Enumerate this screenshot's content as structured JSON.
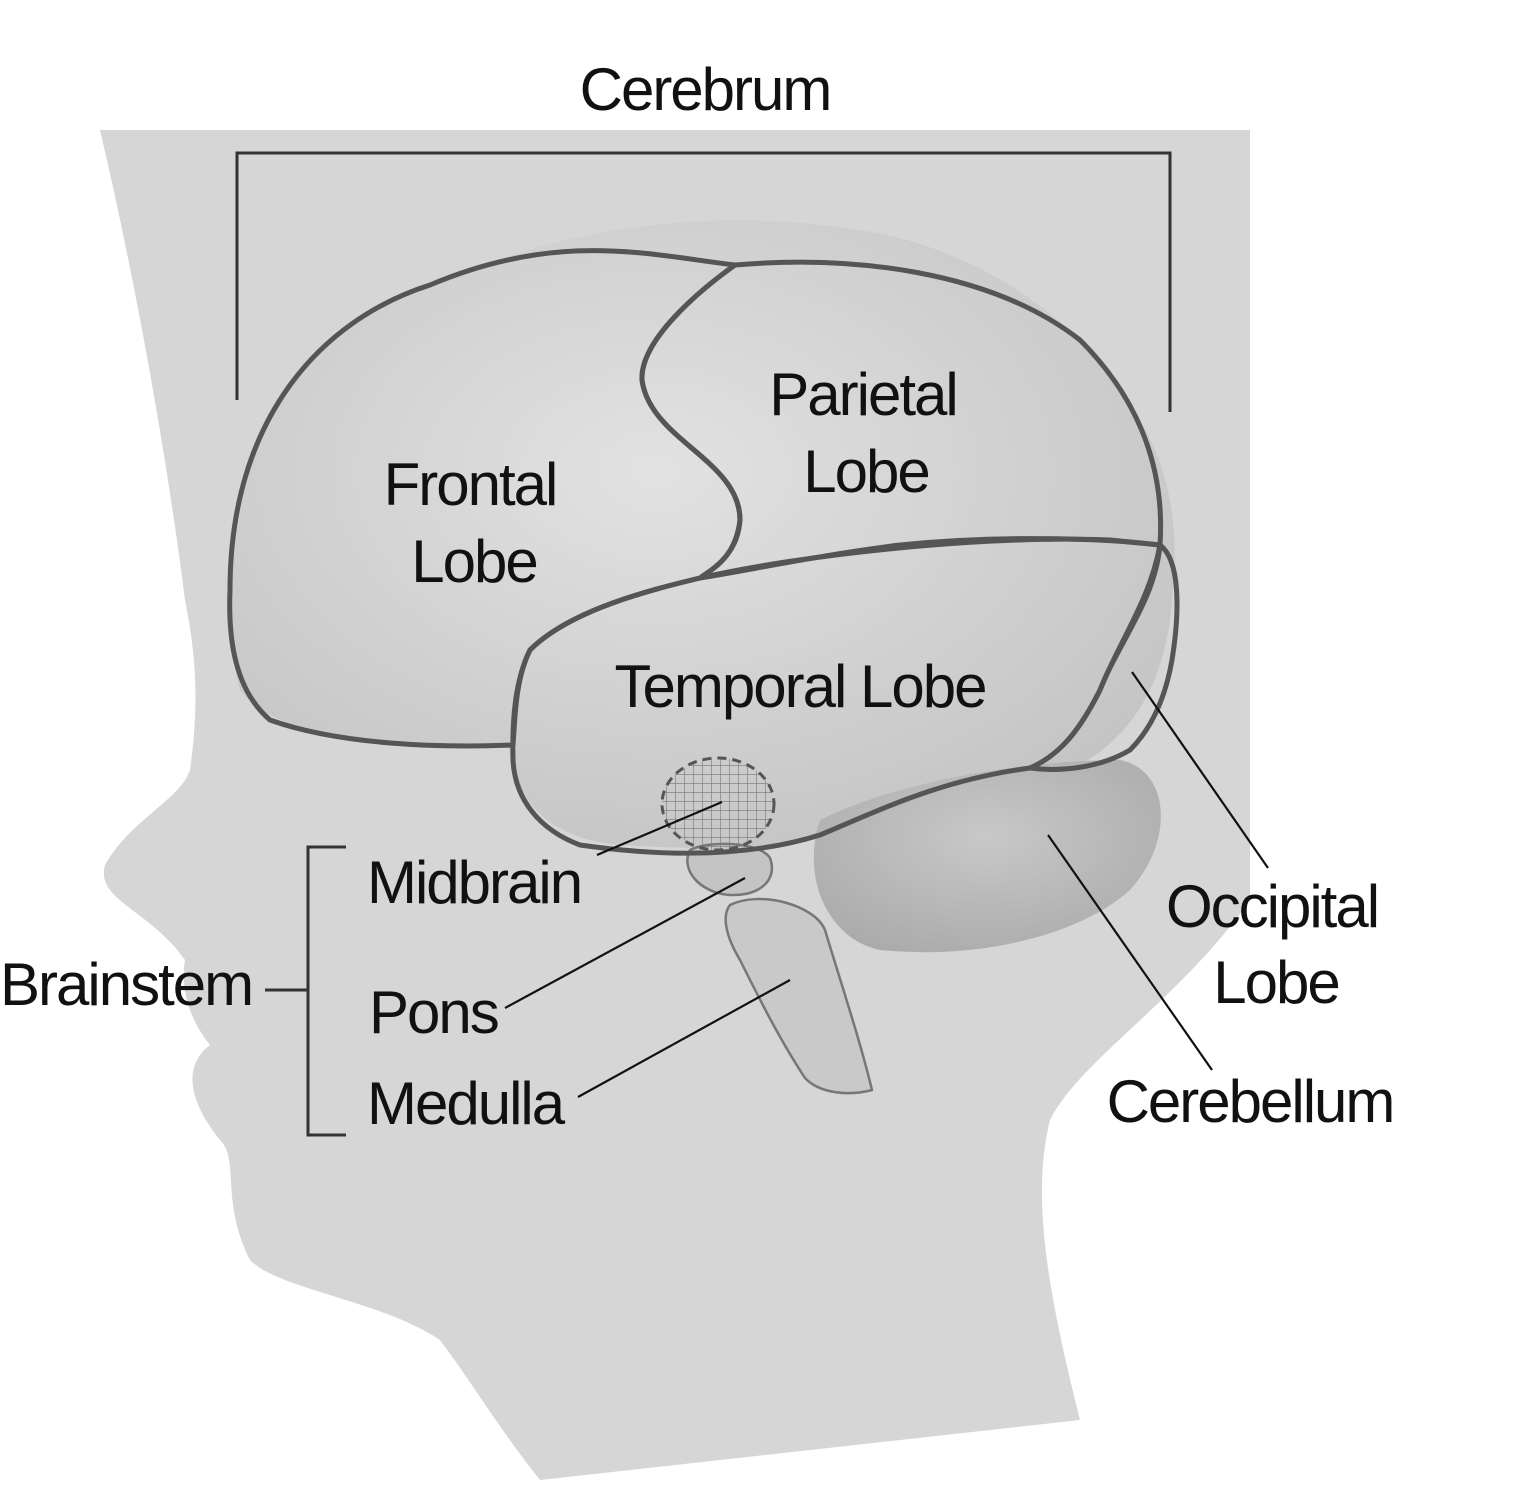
{
  "labels": {
    "cerebrum": "Cerebrum",
    "frontal_line1": "Frontal",
    "frontal_line2": "Lobe",
    "parietal_line1": "Parietal",
    "parietal_line2": "Lobe",
    "temporal": "Temporal Lobe",
    "occipital_line1": "Occipital",
    "occipital_line2": "Lobe",
    "cerebellum": "Cerebellum",
    "brainstem": "Brainstem",
    "midbrain": "Midbrain",
    "pons": "Pons",
    "medulla": "Medulla"
  },
  "colors": {
    "background": "#ffffff",
    "head_silhouette": "#d6d6d6",
    "brain_fill": "#cfcfcf",
    "lobe_outline": "#555555",
    "cerebellum_fill": "#b9b9b9",
    "brainstem_fill": "#c4c4c4",
    "text": "#111111"
  }
}
